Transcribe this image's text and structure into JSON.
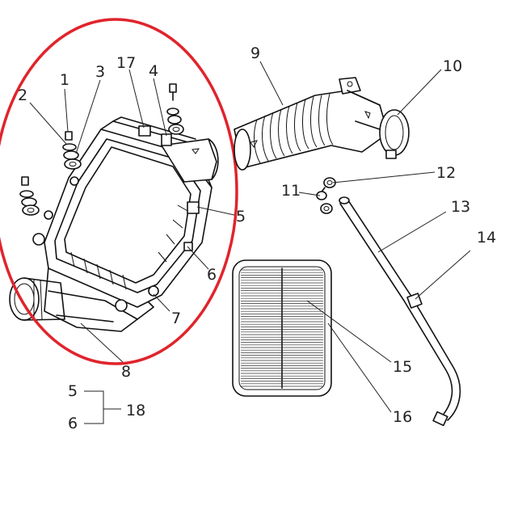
{
  "colors": {
    "highlight_circle": "#e0242c",
    "line": "#111111",
    "background": "#ffffff"
  },
  "callouts": {
    "c1": "1",
    "c2": "2",
    "c3": "3",
    "c17": "17",
    "c4": "4",
    "c5": "5",
    "c6": "6",
    "c7": "7",
    "c8": "8",
    "c9": "9",
    "c10": "10",
    "c11": "11",
    "c12": "12",
    "c13": "13",
    "c14": "14",
    "c15": "15",
    "c16": "16"
  },
  "legend": {
    "item_a": "5",
    "item_b": "6",
    "group": "18"
  }
}
